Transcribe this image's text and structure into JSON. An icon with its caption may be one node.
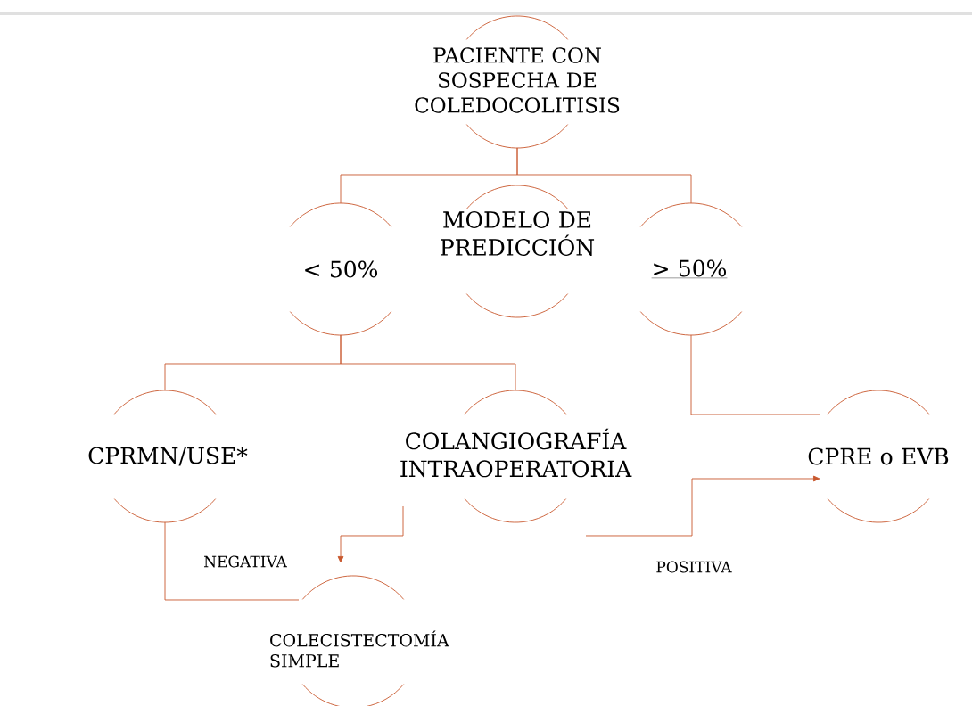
{
  "diagram": {
    "nodes": [
      {
        "text": [
          "PACIENTE CON SOSPECHA DE COLEDOCOLITISIS"
        ]
      },
      {
        "text": [
          "MODELO DE PREDICCIÓN"
        ]
      },
      {
        "text": [
          "< 50%"
        ]
      },
      {
        "text": [
          "> 50%"
        ]
      },
      {
        "text": [
          "CPRMN/USE*"
        ]
      },
      {
        "text": [
          "COLANGIOGRAFÍA INTRAOPERATORIA"
        ]
      },
      {
        "text": [
          "CPRE o EVB"
        ]
      },
      {
        "text": [
          "COLECISTECTOMÍA SIMPLE"
        ]
      }
    ],
    "edges": [
      {
        "from": 0,
        "to": 2,
        "arrow": "none"
      },
      {
        "from": 0,
        "to": 3,
        "arrow": "none"
      },
      {
        "from": 2,
        "to": 4,
        "arrow": "none"
      },
      {
        "from": 2,
        "to": 5,
        "arrow": "none"
      },
      {
        "from": 3,
        "to": 6,
        "arrow": "none"
      },
      {
        "from": 4,
        "to": 7,
        "arrow": "none"
      },
      {
        "from": 5,
        "to": 7,
        "arrow": "to",
        "label": "NEGATIVA"
      },
      {
        "from": 5,
        "to": 6,
        "arrow": "to",
        "label": "POSITIVA"
      }
    ]
  }
}
